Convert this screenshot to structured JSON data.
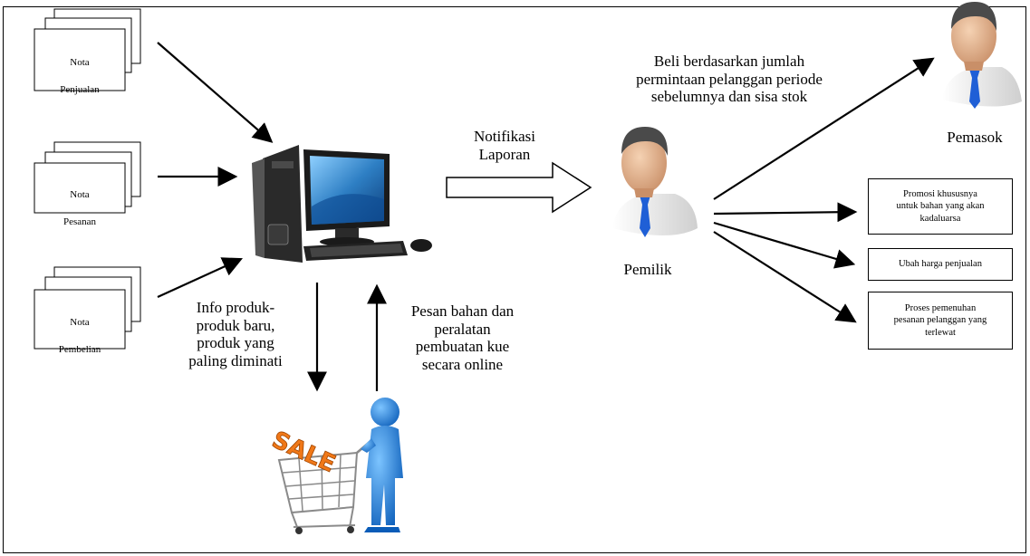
{
  "documents": [
    {
      "line1": "Nota",
      "line2": "Penjualan"
    },
    {
      "line1": "Nota",
      "line2": "Pesanan"
    },
    {
      "line1": "Nota",
      "line2": "Pembelian"
    }
  ],
  "labels": {
    "notification": "Notifikasi\nLaporan",
    "buy_basis": "Beli berdasarkan jumlah\npermintaan pelanggan periode\nsebelumnya dan sisa stok",
    "owner": "Pemilik",
    "supplier": "Pemasok",
    "info_products": "Info produk-\nproduk baru,\nproduk yang\npaling diminati",
    "order_online": "Pesan bahan dan\nperalatan\npembuatan kue\nsecara online",
    "sale_sign": "SALE"
  },
  "actions": [
    "Promosi khususnya\nuntuk bahan yang akan\nkadaluarsa",
    "Ubah harga penjualan",
    "Proses pemenuhan\npesanan pelanggan yang\nterlewat"
  ],
  "colors": {
    "skin": "#e8b894",
    "hair": "#4a4a4a",
    "shirt": "#f4f4f4",
    "tie": "#1f5fd6",
    "figure_blue": "#1a7fe0",
    "sale_orange": "#f07818",
    "monitor_screen": "#2e7fc4"
  }
}
